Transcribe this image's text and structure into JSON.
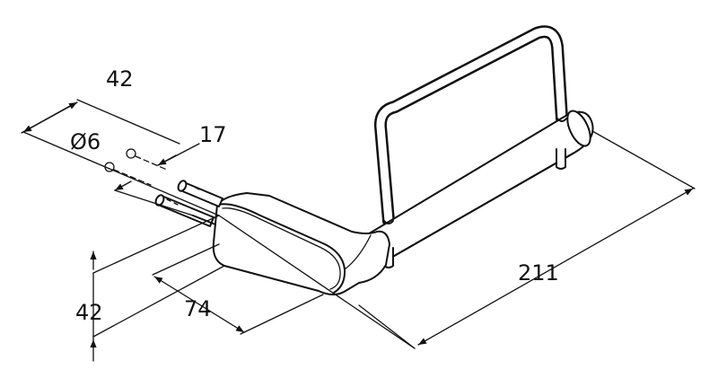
{
  "dimensions": {
    "top_width": "42",
    "hole_diameter": "Ø6",
    "hole_spacing": "17",
    "side_height": "42",
    "depth": "74",
    "overall_length": "211"
  }
}
